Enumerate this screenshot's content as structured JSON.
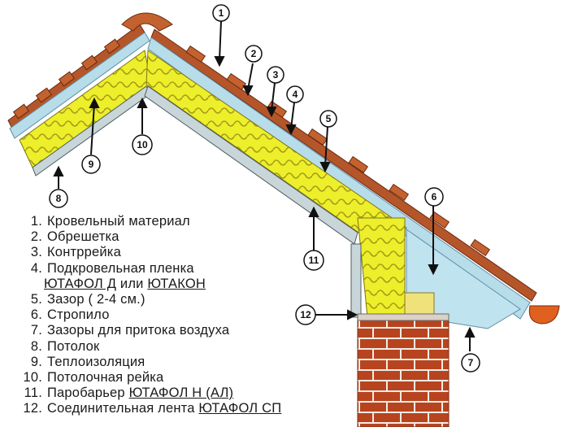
{
  "diagram": {
    "callouts": [
      "1",
      "2",
      "3",
      "4",
      "5",
      "6",
      "7",
      "8",
      "9",
      "10",
      "11",
      "12"
    ]
  },
  "legend": {
    "items": [
      {
        "num": "1.",
        "text": "Кровельный материал"
      },
      {
        "num": "2.",
        "text": "Обрешетка"
      },
      {
        "num": "3.",
        "text": "Контррейка"
      },
      {
        "num": "4.",
        "text": "Подкровельная пленка"
      },
      {
        "cont_a": "ЮТАФОЛ Д",
        "cont_mid": " или ",
        "cont_b": "ЮТАКОН"
      },
      {
        "num": "5.",
        "text": "Зазор ( 2-4 см.)"
      },
      {
        "num": "6.",
        "text": "Стропило"
      },
      {
        "num": "7.",
        "text": "Зазоры для притока воздуха"
      },
      {
        "num": "8.",
        "text": "Потолок"
      },
      {
        "num": "9.",
        "text": "Теплоизоляция"
      },
      {
        "num": "10.",
        "text": "Потолочная рейка"
      },
      {
        "num": "11.",
        "text": "Паробарьер ",
        "brand": "ЮТАФОЛ Н (АЛ)"
      },
      {
        "num": "12.",
        "text": "Соединительная лента ",
        "brand": "ЮТАФОЛ СП"
      }
    ]
  },
  "colors": {
    "insulation": "#ecef2a",
    "insulation_stripe": "#a89a1a",
    "membrane": "#b7dcea",
    "roof_tile": "#b5562a",
    "batten": "#d6c07a",
    "ceiling": "#c9d6d9",
    "brick": "#b8441f",
    "gutter": "#e0601f"
  }
}
